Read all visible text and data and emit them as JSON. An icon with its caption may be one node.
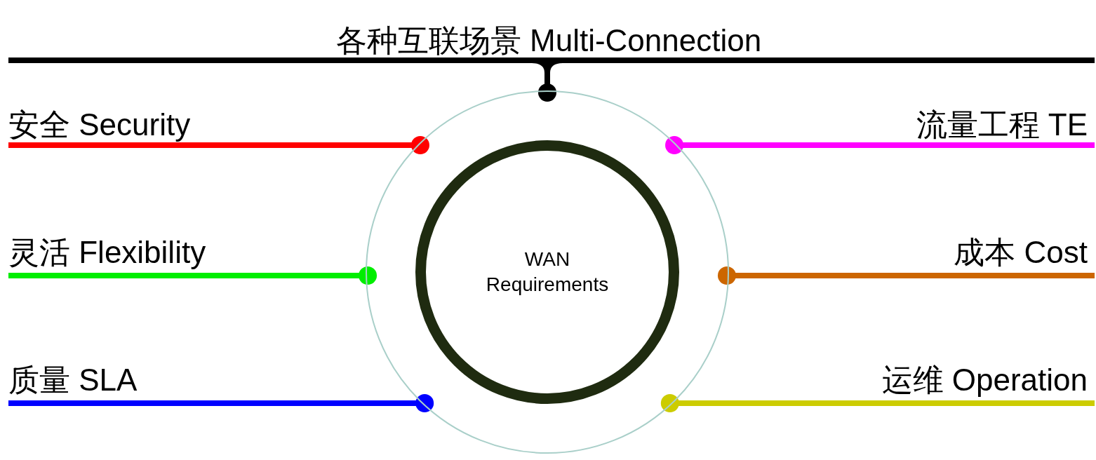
{
  "diagram": {
    "nodes": [
      {
        "text": [],
        "shape": "circle"
      },
      {
        "text": [
          "WAN Requirements"
        ],
        "in": 0
      },
      {
        "text": [
          "各种互联场景 Multi-Connection"
        ]
      },
      {
        "text": [
          "安全 Security"
        ]
      },
      {
        "text": [
          "流量工程 TE"
        ]
      },
      {
        "text": [
          "灵活 Flexibility"
        ]
      },
      {
        "text": [
          "成本 Cost"
        ]
      },
      {
        "text": [
          "质量 SLA"
        ]
      },
      {
        "text": [
          "运维 Operation"
        ]
      }
    ],
    "edges": [
      {
        "from": 2,
        "to": 0,
        "arrow": "other",
        "color": "#000000"
      },
      {
        "from": 3,
        "to": 0,
        "arrow": "other",
        "color": "#ff0000"
      },
      {
        "from": 4,
        "to": 0,
        "arrow": "other",
        "color": "#ff00ff"
      },
      {
        "from": 5,
        "to": 0,
        "arrow": "other",
        "color": "#00ee00"
      },
      {
        "from": 6,
        "to": 0,
        "arrow": "other",
        "color": "#cc6600"
      },
      {
        "from": 7,
        "to": 0,
        "arrow": "other",
        "color": "#0000ff"
      },
      {
        "from": 8,
        "to": 0,
        "arrow": "other",
        "color": "#cccc00"
      }
    ]
  }
}
